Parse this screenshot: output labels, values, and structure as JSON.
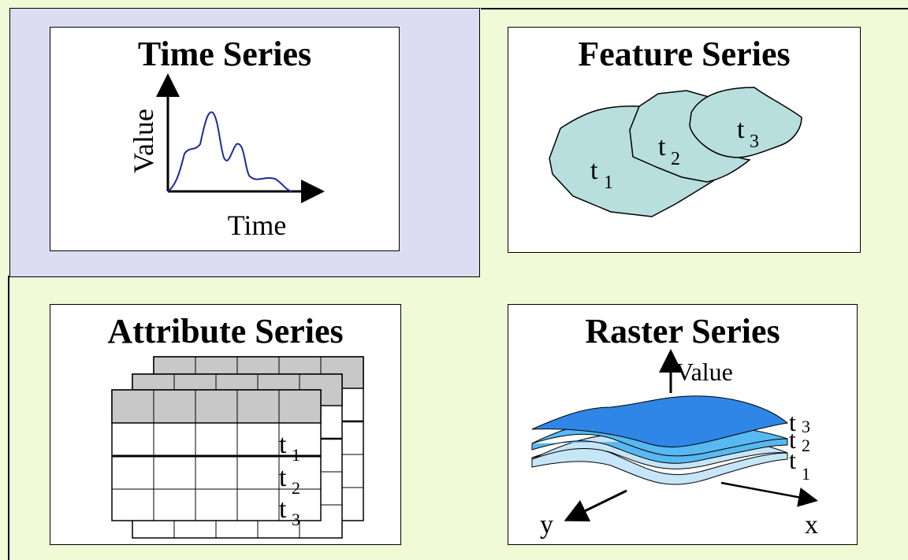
{
  "panels": {
    "time_series": {
      "title": "Time Series",
      "y_axis_label": "Value",
      "x_axis_label": "Time"
    },
    "feature_series": {
      "title": "Feature Series",
      "labels": [
        "t",
        "t",
        "t"
      ],
      "subscripts": [
        "1",
        "2",
        "3"
      ]
    },
    "attribute_series": {
      "title": "Attribute Series",
      "labels": [
        "t",
        "t",
        "t"
      ],
      "subscripts": [
        "1",
        "2",
        "3"
      ]
    },
    "raster_series": {
      "title": "Raster Series",
      "value_label": "Value",
      "x_label": "x",
      "y_label": "y",
      "labels": [
        "t",
        "t",
        "t"
      ],
      "subscripts": [
        "3",
        "2",
        "1"
      ]
    }
  },
  "colors": {
    "background_yellow": "#f1fad6",
    "background_purple": "#dcdcf2",
    "feature_fill": "#b8dede",
    "time_curve": "#1f2a9c",
    "raster_top": "#2f86e6",
    "raster_mid": "#58b8f2",
    "raster_bottom": "#c6e6f8",
    "table_header": "#c8c8c8"
  }
}
